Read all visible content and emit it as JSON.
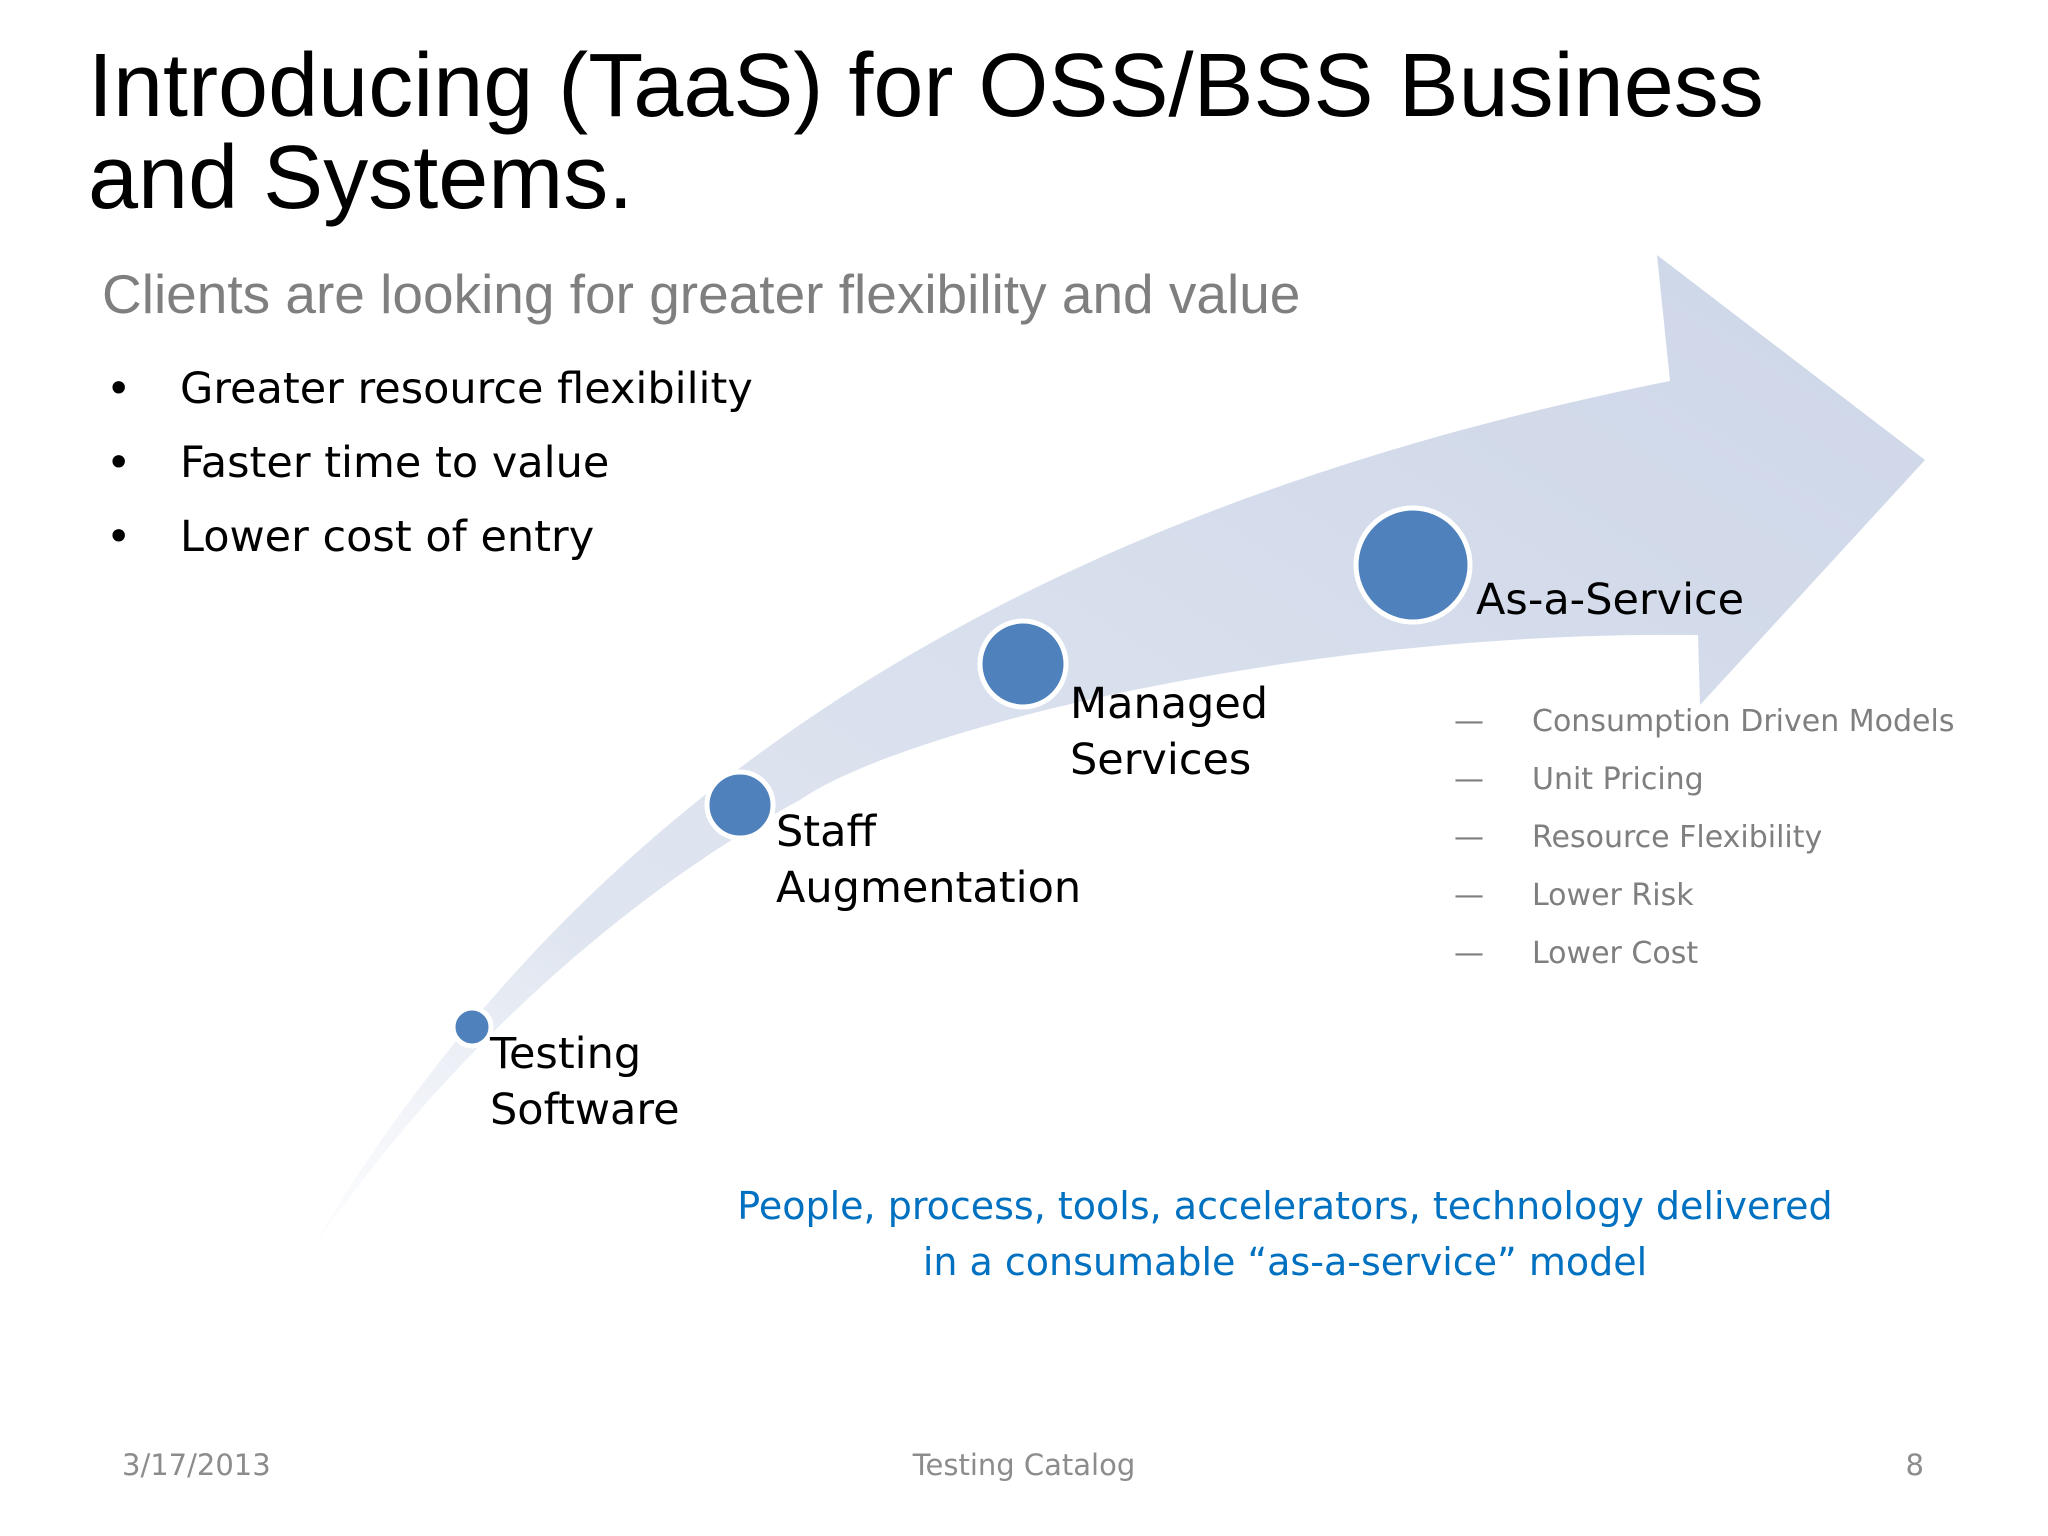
{
  "slide": {
    "title_line1": "Introducing (TaaS) for OSS/BSS Business",
    "title_line2": "and Systems.",
    "subtitle": "Clients are looking for greater flexibility and value",
    "bullets": [
      "Greater resource flexibility",
      "Faster time to value",
      "Lower cost of entry"
    ],
    "bullet_symbol": "•",
    "stages": [
      {
        "line1": "Testing",
        "line2": "Software"
      },
      {
        "line1": "Staff",
        "line2": "Augmentation"
      },
      {
        "line1": "Managed",
        "line2": "Services"
      },
      {
        "line1": "As-a-Service",
        "line2": ""
      }
    ],
    "benefits_dash": "—",
    "benefits": [
      "Consumption Driven Models",
      "Unit Pricing",
      "Resource Flexibility",
      "Lower Risk",
      "Lower Cost"
    ],
    "tagline_line1": "People, process, tools, accelerators, technology delivered",
    "tagline_line2": "in a consumable “as-a-service” model",
    "footer": {
      "date": "3/17/2013",
      "center": "Testing Catalog",
      "page": "8"
    },
    "colors": {
      "arrow_fill": "#d3dbea",
      "circle_fill": "#4f81bd",
      "circle_stroke": "#ffffff",
      "subtitle": "#7f7f7f",
      "tagline": "#0070c0"
    }
  }
}
